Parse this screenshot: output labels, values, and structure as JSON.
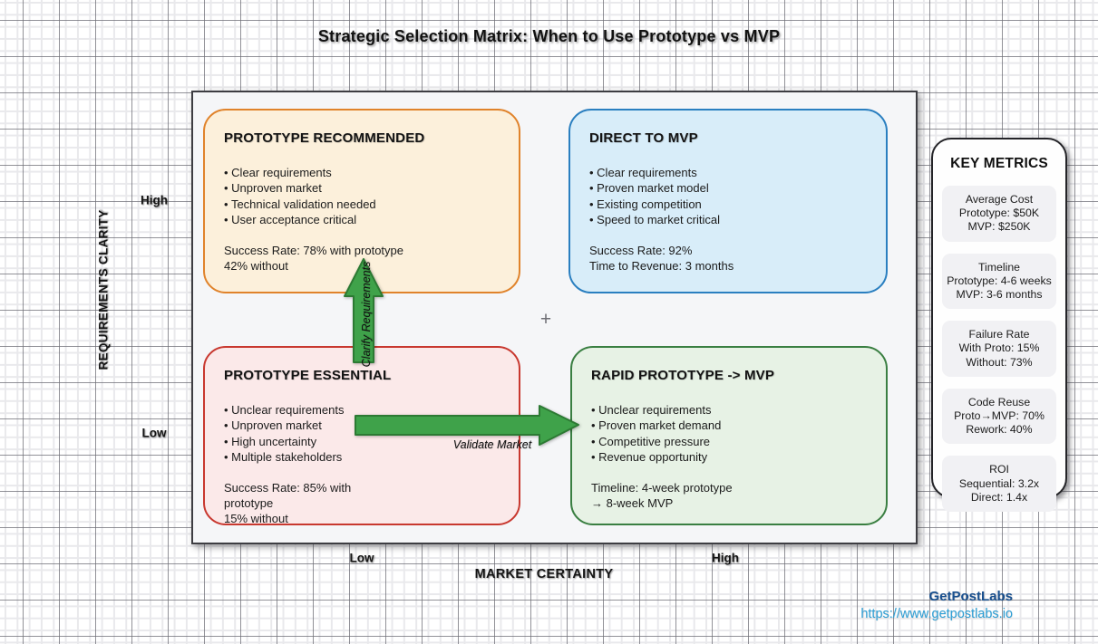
{
  "title": "Strategic Selection Matrix: When to Use Prototype vs MVP",
  "axes": {
    "y_axis": {
      "label": "REQUIREMENTS CLARITY",
      "high": "High",
      "low": "Low"
    },
    "x_axis": {
      "label": "MARKET CERTAINTY",
      "low": "Low",
      "high": "High"
    }
  },
  "center_marker": "+",
  "quadrants": [
    {
      "id": "prototype-recommended",
      "title": "PROTOTYPE RECOMMENDED",
      "bullets": [
        "Clear requirements",
        "Unproven market",
        "Technical validation needed",
        "User acceptance critical"
      ],
      "stats": [
        "Success Rate: 78% with prototype",
        "42% without"
      ],
      "border_color": "#E0832B",
      "fill_color": "#FCF0DB"
    },
    {
      "id": "direct-to-mvp",
      "title": "DIRECT TO MVP",
      "bullets": [
        "Clear requirements",
        "Proven market model",
        "Existing competition",
        "Speed to market critical"
      ],
      "stats": [
        "Success Rate: 92%",
        "Time to Revenue: 3 months"
      ],
      "border_color": "#2A7FC0",
      "fill_color": "#D8EDF9"
    },
    {
      "id": "prototype-essential",
      "title": "PROTOTYPE ESSENTIAL",
      "bullets": [
        "Unclear requirements",
        "Unproven market",
        "High uncertainty",
        "Multiple stakeholders"
      ],
      "stats": [
        "Success Rate: 85% with",
        "prototype",
        "15% without"
      ],
      "border_color": "#C8382F",
      "fill_color": "#FBE9E9"
    },
    {
      "id": "rapid-prototype-mvp",
      "title": "RAPID PROTOTYPE -> MVP",
      "bullets": [
        "Unclear requirements",
        "Proven market demand",
        "Competitive pressure",
        "Revenue opportunity"
      ],
      "stats": [
        "Timeline: 4-week prototype",
        "→ 8-week MVP"
      ],
      "border_color": "#3A7F42",
      "fill_color": "#E7F2E5"
    }
  ],
  "arrows": {
    "vertical": {
      "label": "Clarify Requirements",
      "direction": "up",
      "color": "#3FA24A"
    },
    "horizontal": {
      "label": "Validate Market",
      "direction": "right",
      "color": "#3FA24A"
    }
  },
  "key_metrics": {
    "title": "KEY METRICS",
    "cards": [
      {
        "title": "Average Cost",
        "line1": "Prototype: $50K",
        "line2": "MVP: $250K"
      },
      {
        "title": "Timeline",
        "line1": "Prototype: 4-6 weeks",
        "line2": "MVP: 3-6 months"
      },
      {
        "title": "Failure Rate",
        "line1": "With Proto: 15%",
        "line2": "Without: 73%"
      },
      {
        "title": "Code Reuse",
        "line1": "Proto→MVP: 70%",
        "line2": "Rework: 40%"
      },
      {
        "title": "ROI",
        "line1": "Sequential: 3.2x",
        "line2": "Direct: 1.4x"
      }
    ]
  },
  "footer": {
    "brand": "GetPostLabs",
    "url": "https://www.getpostlabs.io"
  },
  "colors": {
    "brand_text": "#19508F",
    "url_text": "#2D9FD6",
    "arrow_green": "#3FA24A",
    "matrix_panel_fill": "#F5F6F8"
  }
}
